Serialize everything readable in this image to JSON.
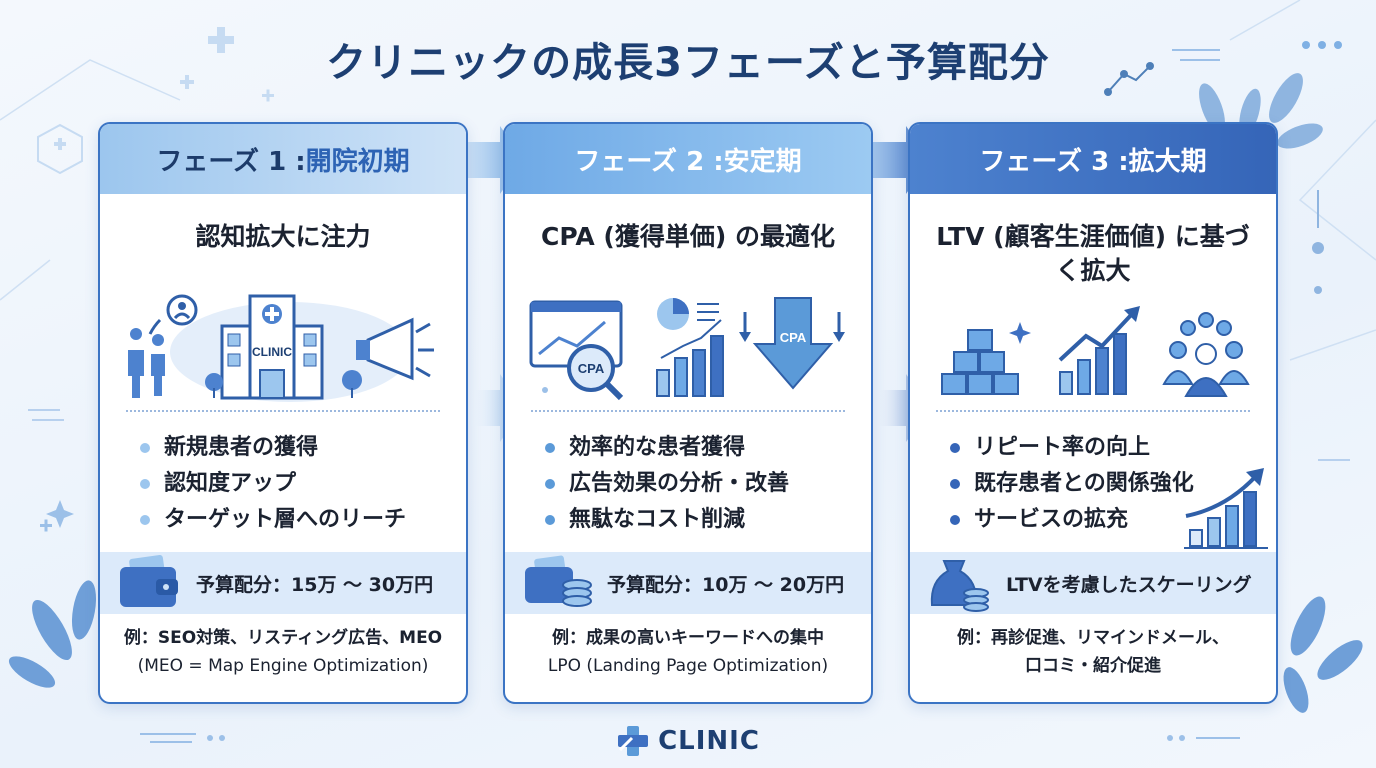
{
  "title": "クリニックの成長3フェーズと予算配分",
  "colors": {
    "navy": "#1d3f72",
    "blue": "#3b74c4",
    "light_blue": "#9cc6ee",
    "bullet1": "#9cc6ee",
    "bullet2": "#5b9ad8",
    "bullet3": "#3565b8"
  },
  "phases": [
    {
      "header_prefix": "フェーズ 1 : ",
      "header_name": "開院初期",
      "subtitle": "認知拡大に注力",
      "illustration_label": "CLINIC",
      "icons": [
        "people-icon",
        "clinic-building-icon",
        "megaphone-icon"
      ],
      "bullets": [
        "新規患者の獲得",
        "認知度アップ",
        "ターゲット層へのリーチ"
      ],
      "budget": "予算配分：15万 〜 30万円",
      "budget_icon": "wallet-icon",
      "example_1": "例：SEO対策、リスティング広告、MEO",
      "example_2": "(MEO = Map Engine Optimization)"
    },
    {
      "header_prefix": "フェーズ 2 : ",
      "header_name": "安定期",
      "subtitle": "CPA (獲得単価) の最適化",
      "icon_labels": [
        "CPA",
        "CPA"
      ],
      "icons": [
        "analytics-magnifier-icon",
        "pie-bar-chart-icon",
        "down-arrow-icon"
      ],
      "bullets": [
        "効率的な患者獲得",
        "広告効果の分析・改善",
        "無駄なコスト削減"
      ],
      "budget": "予算配分：10万 〜 20万円",
      "budget_icon": "wallet-coins-icon",
      "example_1": "例：成果の高いキーワードへの集中",
      "example_2": "LPO (Landing Page Optimization)"
    },
    {
      "header_prefix": "フェーズ 3 : ",
      "header_name": "拡大期",
      "subtitle": "LTV (顧客生涯価値) に基づく拡大",
      "icons": [
        "blocks-icon",
        "growth-chart-icon",
        "community-icon"
      ],
      "bullets": [
        "リピート率の向上",
        "既存患者との関係強化",
        "サービスの拡充"
      ],
      "budget": "LTVを考慮したスケーリング",
      "budget_icon": "money-bag-icon",
      "example_1": "例：再診促進、リマインドメール、",
      "example_2": "口コミ・紹介促進"
    }
  ],
  "footer": {
    "logo_icon": "medical-cross-icon",
    "text": "CLINIC"
  }
}
